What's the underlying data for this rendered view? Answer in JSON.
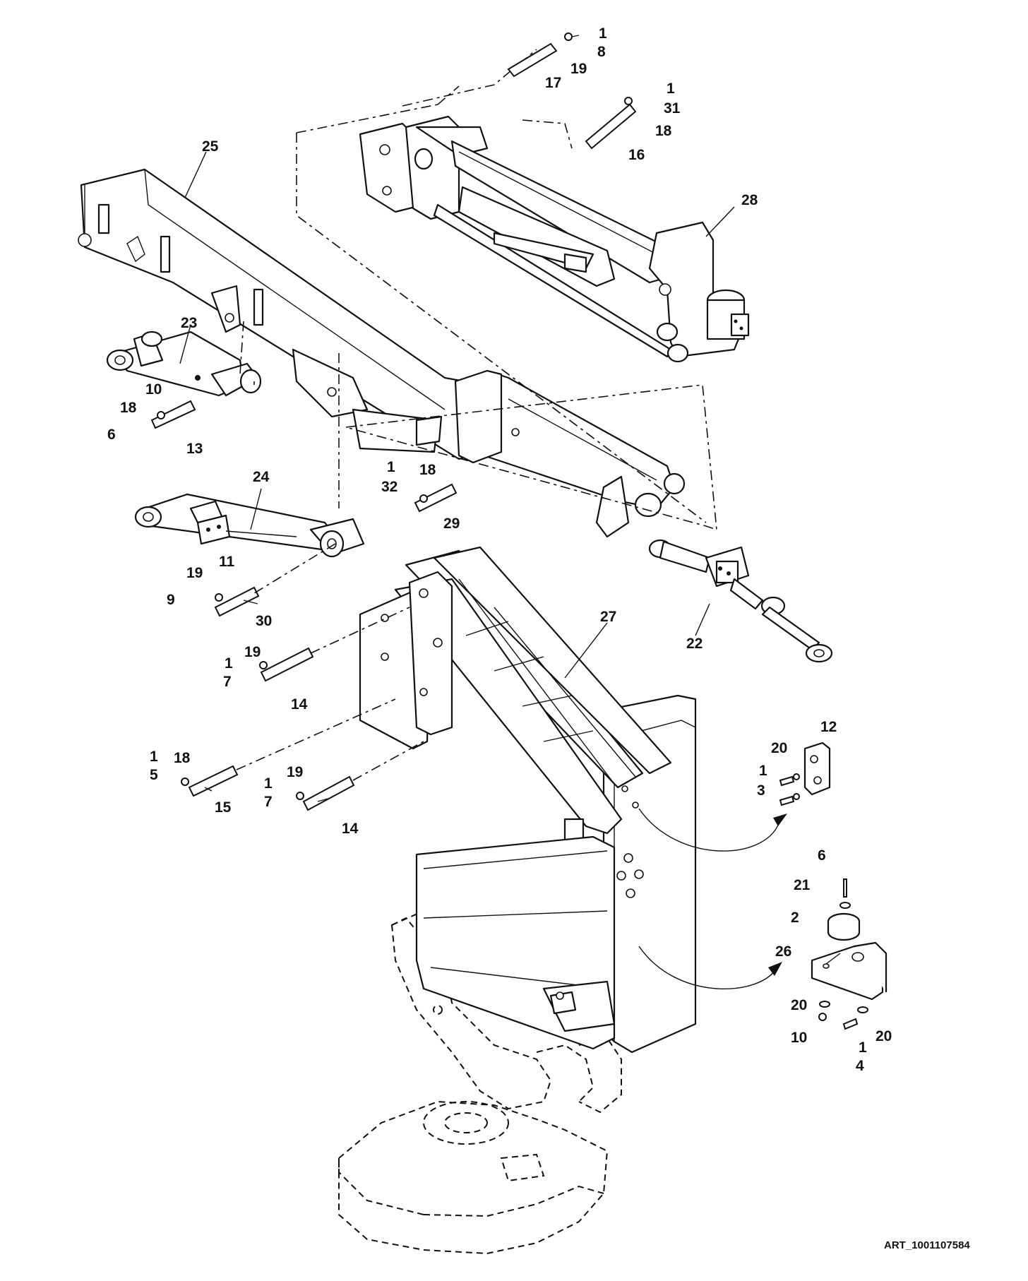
{
  "diagram": {
    "type": "exploded parts diagram",
    "art_id": "ART_1001107584",
    "callouts": [
      "1",
      "8",
      "19",
      "17",
      "1",
      "31",
      "18",
      "16",
      "25",
      "28",
      "23",
      "10",
      "18",
      "6",
      "13",
      "1",
      "18",
      "32",
      "29",
      "24",
      "19",
      "11",
      "9",
      "30",
      "27",
      "22",
      "1",
      "19",
      "7",
      "14",
      "1",
      "18",
      "5",
      "15",
      "1",
      "19",
      "7",
      "14",
      "12",
      "20",
      "1",
      "3",
      "6",
      "21",
      "2",
      "26",
      "20",
      "10",
      "1",
      "4",
      "20"
    ]
  }
}
